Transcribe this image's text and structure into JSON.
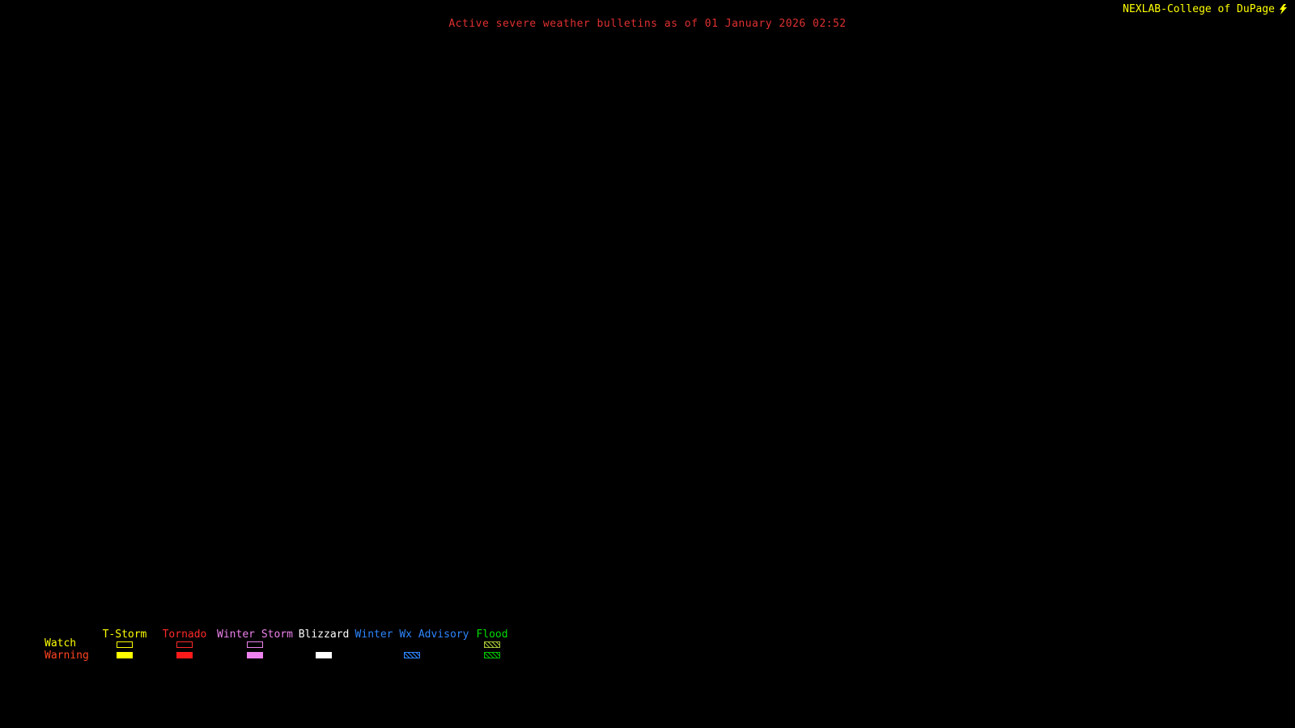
{
  "header": {
    "title": "Active severe weather bulletins as of 01 January 2026 02:52",
    "title_color": "#e03030",
    "source": "NEXLAB-College of DuPage",
    "source_color": "#ffff00"
  },
  "legend": {
    "rows": [
      {
        "label": "Watch",
        "color": "#ffff00"
      },
      {
        "label": "Warning",
        "color": "#ff4422"
      }
    ],
    "columns": [
      {
        "label": "T-Storm",
        "color": "#ffff00",
        "watch_style": "outline",
        "watch_color": "#ffff00",
        "warning_style": "fill",
        "warning_color": "#ffff00"
      },
      {
        "label": "Tornado",
        "color": "#ff2a2a",
        "watch_style": "outline",
        "watch_color": "#ff2a2a",
        "warning_style": "fill",
        "warning_color": "#ff1a1a"
      },
      {
        "label": "Winter Storm",
        "color": "#ee82ee",
        "watch_style": "outline",
        "watch_color": "#ee82ee",
        "warning_style": "fill",
        "warning_color": "#ee82ee"
      },
      {
        "label": "Blizzard",
        "color": "#ffffff",
        "watch_style": "none",
        "watch_color": "",
        "warning_style": "fill",
        "warning_color": "#ffffff"
      },
      {
        "label": "Winter Wx Advisory",
        "color": "#2e86ff",
        "watch_style": "none",
        "watch_color": "",
        "warning_style": "hatch",
        "warning_color": "#2e86ff"
      },
      {
        "label": "Flood",
        "color": "#00dd00",
        "watch_style": "hatch",
        "watch_color": "#a8c838",
        "warning_style": "hatch",
        "warning_color": "#00c000"
      }
    ]
  }
}
